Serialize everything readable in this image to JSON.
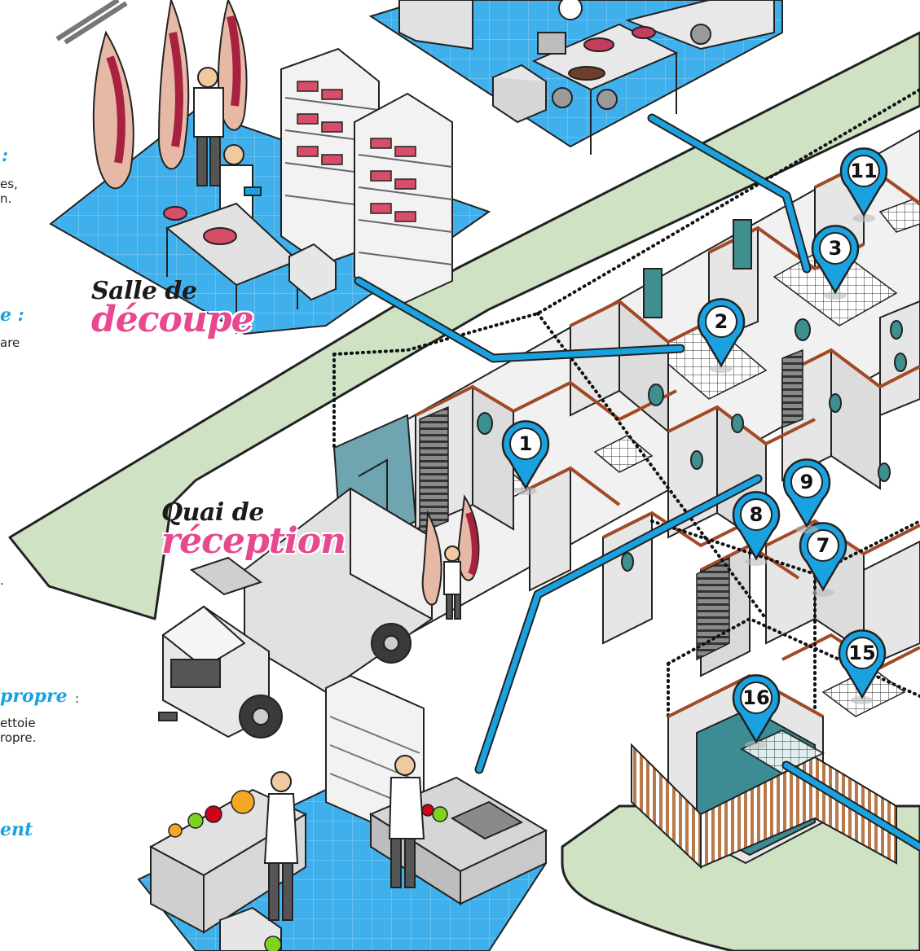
{
  "zones": {
    "cutting_room": {
      "small": "Salle de",
      "big": "découpe"
    },
    "reception_dock": {
      "small": "Quai de",
      "big": "réception"
    }
  },
  "side_text": {
    "line_a": ":",
    "line_b": "es,",
    "line_c": "n.",
    "line_d": "e :",
    "line_e": "are",
    "line_f": ".",
    "title_g": "propre",
    "colon_g": ":",
    "line_h": "ettoie",
    "line_i": "ropre.",
    "title_j": "ent"
  },
  "pins": [
    {
      "id": "pin-1",
      "label": "1"
    },
    {
      "id": "pin-2",
      "label": "2"
    },
    {
      "id": "pin-3",
      "label": "3"
    },
    {
      "id": "pin-7",
      "label": "7"
    },
    {
      "id": "pin-8",
      "label": "8"
    },
    {
      "id": "pin-9",
      "label": "9"
    },
    {
      "id": "pin-11",
      "label": "11"
    },
    {
      "id": "pin-15",
      "label": "15"
    },
    {
      "id": "pin-16",
      "label": "16"
    }
  ],
  "colors": {
    "accent_blue": "#1aa2e0",
    "pink": "#e8488f",
    "floor_blue": "#3fb0ec",
    "green_ground": "#cfe2c4",
    "wall_brown": "#a14a25",
    "wall_gray": "#e1e1e1"
  }
}
